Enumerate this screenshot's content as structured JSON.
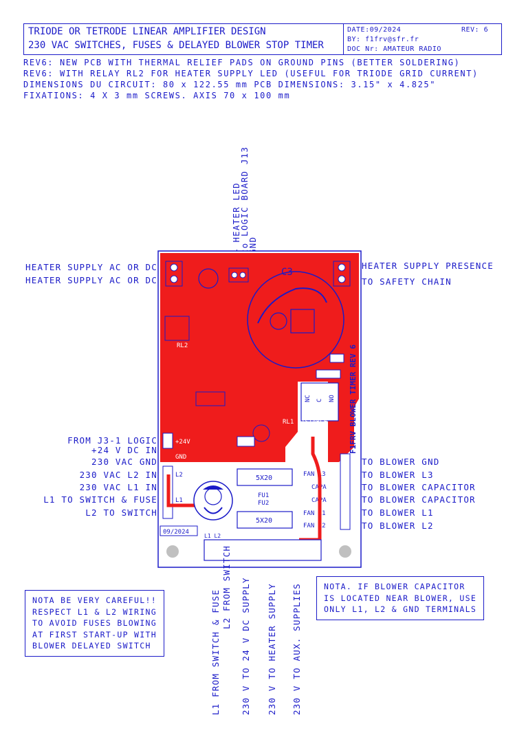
{
  "title": {
    "line1": "TRIODE OR TETRODE LINEAR AMPLIFIER DESIGN",
    "line2": "230 VAC SWITCHES, FUSES & DELAYED BLOWER STOP TIMER",
    "date": "DATE:09/2024",
    "rev": "REV: 6",
    "by": "BY: f1frv@sfr.fr",
    "doc": "DOC Nr: AMATEUR RADIO"
  },
  "notes": [
    "REV6: NEW PCB WITH THERMAL RELIEF PADS ON GROUND PINS (BETTER SOLDERING)",
    "REV6: WITH RELAY RL2 FOR HEATER SUPPLY LED (USEFUL FOR TRIODE GRID CURRENT)",
    "DIMENSIONS DU CIRCUIT: 80 x 122.55 mm  PCB DIMENSIONS: 3.15\" x 4.825\"",
    "FIXATIONS: 4  X 3 mm SCREWS. AXIS 70 x 100 mm"
  ],
  "top_vertical_labels": {
    "heater_led": "+ HEATER LED",
    "to_logic": "to LOGIC BOARD J13",
    "gnd": "GND"
  },
  "left_labels": [
    "HEATER SUPPLY AC OR DC",
    "HEATER SUPPLY AC OR DC",
    "FROM J3-1 LOGIC",
    "+24 V DC IN",
    "230 VAC GND",
    "230 VAC L2 IN",
    "230 VAC L1 IN",
    "L1 TO SWITCH & FUSE",
    "L2 TO SWITCH"
  ],
  "right_labels": [
    "HEATER SUPPLY PRESENCE",
    "TO SAFETY CHAIN",
    "TO BLOWER GND",
    "TO BLOWER L3",
    "TO BLOWER CAPACITOR",
    "TO BLOWER CAPACITOR",
    "TO BLOWER L1",
    "TO BLOWER L2"
  ],
  "bottom_vertical_labels": [
    "L1 FROM SWITCH & FUSE",
    "L2 FROM SWITCH",
    "230 V TO 24 V DC SUPPLY",
    "230 V TO HEATER SUPPLY",
    "230 V TO AUX. SUPPLIES"
  ],
  "warning_box": [
    "NOTA BE VERY CAREFUL!!",
    "RESPECT L1 & L2 WIRING",
    "TO AVOID FUSES BLOWING",
    "AT FIRST START-UP WITH",
    "BLOWER DELAYED SWITCH"
  ],
  "nota_box": [
    "NOTA. IF BLOWER CAPACITOR",
    "IS LOCATED NEAR BLOWER, USE",
    "ONLY L1, L2 & GND TERMINALS"
  ],
  "pcb": {
    "c3": "C3",
    "rl1": "RL1 BISTABLE",
    "rl2": "RL2",
    "nc": "NC",
    "c": "C",
    "no": "NO",
    "fuse_size": "5X20",
    "fu1": "FU1",
    "fu2": "FU2",
    "date": "09/2024",
    "vertical_mark": "F1FRV BLOWER TIMER REV 6",
    "pin_gnd": "GND",
    "pin_24v": "+24V",
    "pin_l2": "L2",
    "pin_l1": "L1",
    "fan_l3": "FAN L3",
    "capa": "CAPA",
    "fan_l1": "FAN L1",
    "fan_l2": "FAN L2",
    "gnd": "GND",
    "l1l2": "L1 L2"
  },
  "colors": {
    "ink": "#1a1ac8",
    "copper": "#ef1c1c",
    "board_bg": "#ffffff"
  }
}
